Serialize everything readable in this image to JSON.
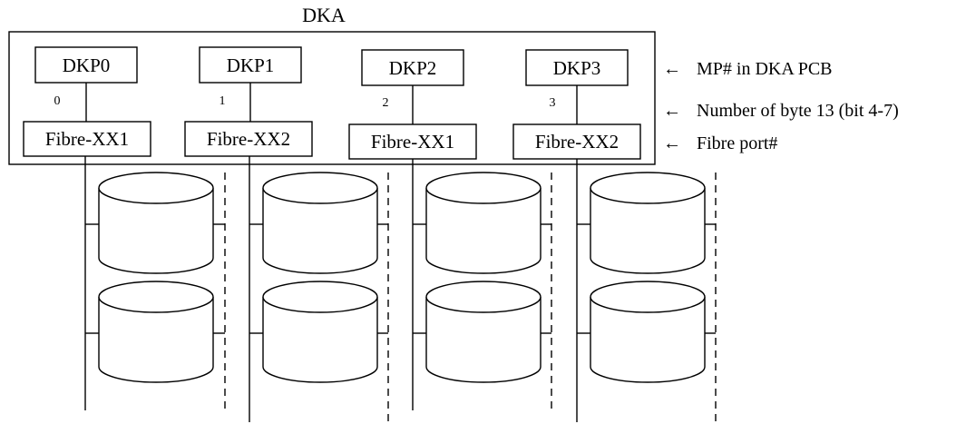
{
  "title": "DKA",
  "processors": [
    {
      "label": "DKP0",
      "number": "0",
      "port": "Fibre-XX1"
    },
    {
      "label": "DKP1",
      "number": "1",
      "port": "Fibre-XX2"
    },
    {
      "label": "DKP2",
      "number": "2",
      "port": "Fibre-XX1"
    },
    {
      "label": "DKP3",
      "number": "3",
      "port": "Fibre-XX2"
    }
  ],
  "annotations": [
    {
      "arrow": "←",
      "text": "MP# in DKA PCB"
    },
    {
      "arrow": "←",
      "text": "Number of byte 13 (bit 4-7)"
    },
    {
      "arrow": "←",
      "text": "Fibre port#"
    }
  ]
}
